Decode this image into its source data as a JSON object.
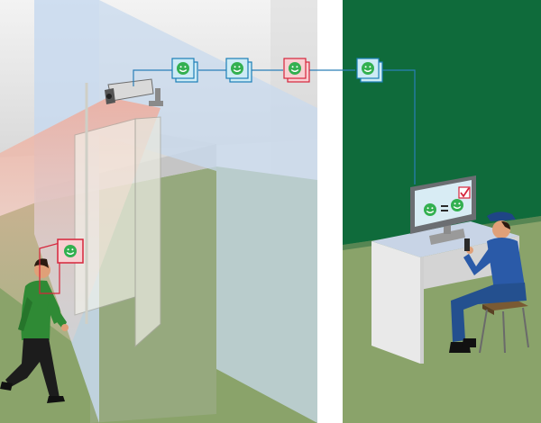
{
  "scene": {
    "left_panel": "entrance-with-camera",
    "right_panel": "security-office",
    "flow": [
      "face-captured-at-entrance",
      "camera-snapshot",
      "face-images-transmitted",
      "face-compared-on-monitor",
      "guard-reviews-result"
    ]
  },
  "icons": {
    "face_badge_ok": "smiley-face-icon",
    "face_badge_alert": "smiley-face-alert-icon",
    "match": "equals-sign-icon",
    "verified": "checkmark-icon",
    "camera": "security-camera-icon",
    "monitor": "computer-monitor-icon",
    "walkie_talkie": "radio-icon"
  },
  "colors": {
    "wall_light": "#e4e4e4",
    "wall_shade": "#c9c9c9",
    "floor": "#8aa36a",
    "beam_blue": "#c8d9ee",
    "beam_red": "#f1b9a6",
    "office_wall": "#0f6b3b",
    "office_floor": "#8aa36a",
    "badge_ok_bg": "#cdebf5",
    "badge_ok_border": "#1b7fb7",
    "badge_alert_bg": "#f8cfd2",
    "badge_alert_border": "#d6253b",
    "face": "#33b050",
    "line": "#2a7fb8",
    "person_shirt": "#2f8a35",
    "guard_uniform": "#2a5aa8"
  }
}
